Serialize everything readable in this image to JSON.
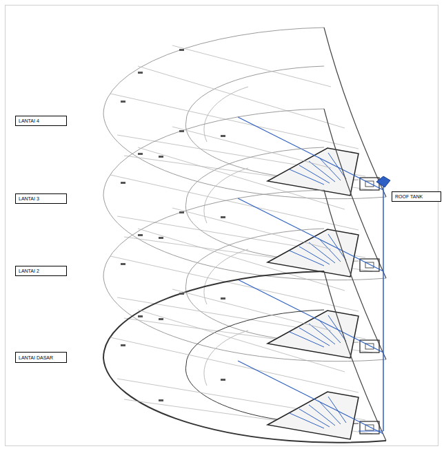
{
  "diagram": {
    "nodes": [
      {
        "text": [
          "LANTAI 4"
        ]
      },
      {
        "text": [
          "ROOF TANK"
        ]
      },
      {
        "text": [
          "LANTAI 3"
        ]
      },
      {
        "text": [
          "LANTAI 2"
        ]
      },
      {
        "text": [
          "LANTAI DASAR"
        ]
      }
    ]
  }
}
